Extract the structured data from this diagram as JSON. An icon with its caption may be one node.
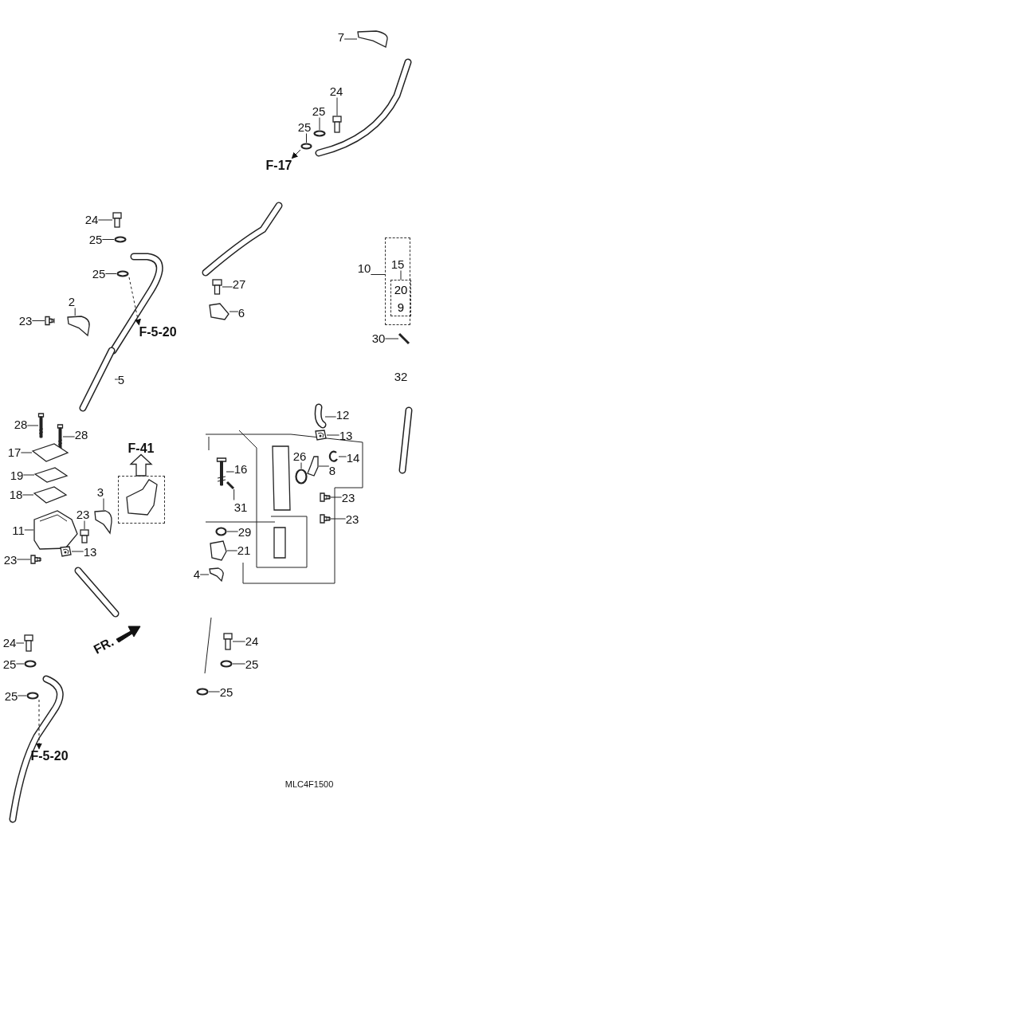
{
  "diagram": {
    "nodes": [
      {
        "text": [
          "7"
        ]
      },
      {
        "text": [
          "24"
        ]
      },
      {
        "text": [
          "25"
        ]
      },
      {
        "text": [
          "25"
        ]
      },
      {
        "text": [
          "24"
        ]
      },
      {
        "text": [
          "25"
        ]
      },
      {
        "text": [
          "25"
        ]
      },
      {
        "text": [
          "2"
        ]
      },
      {
        "text": [
          "23"
        ]
      },
      {
        "text": [
          "5"
        ]
      },
      {
        "text": [
          "27"
        ]
      },
      {
        "text": [
          "6"
        ]
      },
      {
        "text": [
          "10"
        ]
      },
      {
        "text": [
          "15"
        ],
        "in": 43
      },
      {
        "text": [
          "30"
        ]
      },
      {
        "text": [
          "28"
        ]
      },
      {
        "text": [
          "28"
        ]
      },
      {
        "text": [
          "17"
        ]
      },
      {
        "text": [
          "19"
        ]
      },
      {
        "text": [
          "18"
        ]
      },
      {
        "text": [
          "3"
        ]
      },
      {
        "text": [
          "23"
        ]
      },
      {
        "text": [
          "11"
        ]
      },
      {
        "text": [
          "23"
        ]
      },
      {
        "text": [
          "13"
        ]
      },
      {
        "text": [
          "12"
        ]
      },
      {
        "text": [
          "13"
        ]
      },
      {
        "text": [
          "26"
        ]
      },
      {
        "text": [
          "14"
        ]
      },
      {
        "text": [
          "8"
        ]
      },
      {
        "text": [
          "16"
        ]
      },
      {
        "text": [
          "31"
        ]
      },
      {
        "text": [
          "23"
        ]
      },
      {
        "text": [
          "23"
        ]
      },
      {
        "text": [
          "29"
        ]
      },
      {
        "text": [
          "21"
        ]
      },
      {
        "text": [
          "4"
        ]
      },
      {
        "text": [
          "24"
        ]
      },
      {
        "text": [
          "25"
        ]
      },
      {
        "text": [
          "25"
        ]
      },
      {
        "text": [
          "24"
        ]
      },
      {
        "text": [
          "25"
        ]
      },
      {
        "text": [
          "25"
        ]
      },
      {
        "text": [],
        "shape": "box"
      },
      {
        "text": [
          "20",
          "9"
        ],
        "in": 43
      },
      {
        "text": [
          "F-17"
        ]
      },
      {
        "text": [
          "F-5-20"
        ]
      },
      {
        "text": [
          "F-41"
        ]
      },
      {
        "text": [],
        "shape": "box"
      },
      {
        "text": [
          "F-5-20"
        ]
      },
      {
        "text": [],
        "shape": "picture"
      },
      {
        "text": [],
        "shape": "picture"
      },
      {
        "text": [],
        "shape": "circle"
      },
      {
        "text": [],
        "shape": "circle"
      },
      {
        "text": [],
        "shape": "picture"
      },
      {
        "text": [],
        "shape": "circle"
      },
      {
        "text": [],
        "shape": "circle"
      },
      {
        "text": [],
        "shape": "picture"
      },
      {
        "text": [],
        "shape": "picture"
      },
      {
        "text": [],
        "shape": "picture"
      },
      {
        "text": [],
        "shape": "picture"
      },
      {
        "text": [],
        "shape": "picture"
      },
      {
        "text": [],
        "shape": "picture"
      },
      {
        "text": [],
        "shape": "picture"
      },
      {
        "text": [],
        "shape": "picture"
      },
      {
        "text": [],
        "shape": "picture"
      },
      {
        "text": [],
        "shape": "picture"
      },
      {
        "text": [],
        "shape": "picture"
      },
      {
        "text": [],
        "shape": "picture"
      },
      {
        "text": [],
        "shape": "picture"
      },
      {
        "text": [],
        "shape": "picture"
      },
      {
        "text": [],
        "shape": "picture"
      },
      {
        "text": [],
        "shape": "picture"
      },
      {
        "text": [],
        "shape": "picture"
      },
      {
        "text": [],
        "shape": "picture"
      },
      {
        "text": [],
        "shape": "circle"
      },
      {
        "text": [],
        "shape": "picture"
      },
      {
        "text": [],
        "shape": "picture"
      },
      {
        "text": [],
        "shape": "picture"
      },
      {
        "text": [],
        "shape": "picture"
      },
      {
        "text": [],
        "shape": "picture"
      },
      {
        "text": [],
        "shape": "picture"
      },
      {
        "text": [],
        "shape": "circle"
      },
      {
        "text": [],
        "shape": "picture"
      },
      {
        "text": [],
        "shape": "picture"
      },
      {
        "text": [],
        "shape": "picture"
      },
      {
        "text": [],
        "shape": "circle"
      },
      {
        "text": [],
        "shape": "circle"
      },
      {
        "text": [],
        "shape": "picture"
      },
      {
        "text": [],
        "shape": "circle"
      },
      {
        "text": [],
        "shape": "circle"
      }
    ],
    "edges": [
      {
        "from": 0,
        "to": 50,
        "arrow": "none"
      },
      {
        "from": 1,
        "to": 51,
        "arrow": "none"
      },
      {
        "from": 2,
        "to": 52,
        "arrow": "none"
      },
      {
        "from": 3,
        "to": 53,
        "arrow": "none"
      },
      {
        "from": 4,
        "to": 54,
        "arrow": "none"
      },
      {
        "from": 5,
        "to": 55,
        "arrow": "none"
      },
      {
        "from": 6,
        "to": 56,
        "arrow": "none"
      },
      {
        "from": 7,
        "to": 57,
        "arrow": "none"
      },
      {
        "from": 8,
        "to": 58,
        "arrow": "none"
      },
      {
        "from": 9,
        "to": 59,
        "arrow": "none"
      },
      {
        "from": 10,
        "to": 60,
        "arrow": "none"
      },
      {
        "from": 11,
        "to": 61,
        "arrow": "none"
      },
      {
        "from": 12,
        "to": 43,
        "arrow": "none"
      },
      {
        "from": 13,
        "to": 44,
        "arrow": "none"
      },
      {
        "from": 14,
        "to": 62,
        "arrow": "none"
      },
      {
        "from": 15,
        "to": 63,
        "arrow": "none"
      },
      {
        "from": 16,
        "to": 64,
        "arrow": "none"
      },
      {
        "from": 17,
        "to": 65,
        "arrow": "none"
      },
      {
        "from": 18,
        "to": 66,
        "arrow": "none"
      },
      {
        "from": 19,
        "to": 67,
        "arrow": "none"
      },
      {
        "from": 20,
        "to": 68,
        "arrow": "none"
      },
      {
        "from": 21,
        "to": 69,
        "arrow": "none"
      },
      {
        "from": 22,
        "to": 70,
        "arrow": "none"
      },
      {
        "from": 23,
        "to": 71,
        "arrow": "none"
      },
      {
        "from": 24,
        "to": 72,
        "arrow": "none"
      },
      {
        "from": 25,
        "to": 73,
        "arrow": "none"
      },
      {
        "from": 26,
        "to": 74,
        "arrow": "none"
      },
      {
        "from": 27,
        "to": 75,
        "arrow": "none"
      },
      {
        "from": 28,
        "to": 76,
        "arrow": "none"
      },
      {
        "from": 29,
        "to": 77,
        "arrow": "none"
      },
      {
        "from": 30,
        "to": 78,
        "arrow": "none"
      },
      {
        "from": 31,
        "to": 79,
        "arrow": "none"
      },
      {
        "from": 32,
        "to": 80,
        "arrow": "none"
      },
      {
        "from": 33,
        "to": 81,
        "arrow": "none"
      },
      {
        "from": 34,
        "to": 82,
        "arrow": "none"
      },
      {
        "from": 35,
        "to": 83,
        "arrow": "none"
      },
      {
        "from": 36,
        "to": 84,
        "arrow": "none"
      },
      {
        "from": 37,
        "to": 85,
        "arrow": "none"
      },
      {
        "from": 38,
        "to": 86,
        "arrow": "none"
      },
      {
        "from": 39,
        "to": 87,
        "arrow": "none"
      },
      {
        "from": 40,
        "to": 88,
        "arrow": "none"
      },
      {
        "from": 41,
        "to": 89,
        "arrow": "none"
      },
      {
        "from": 42,
        "to": 90,
        "arrow": "none"
      },
      {
        "from": 53,
        "to": 45,
        "arrow": "to"
      },
      {
        "from": 56,
        "to": 46,
        "arrow": "to",
        "style": "dashed"
      },
      {
        "from": 48,
        "to": 47,
        "arrow": "to"
      },
      {
        "from": 87,
        "to": 49,
        "arrow": "to",
        "style": "dashed"
      }
    ],
    "labels": [
      "32",
      "FR.",
      "MLC4F1500"
    ]
  }
}
